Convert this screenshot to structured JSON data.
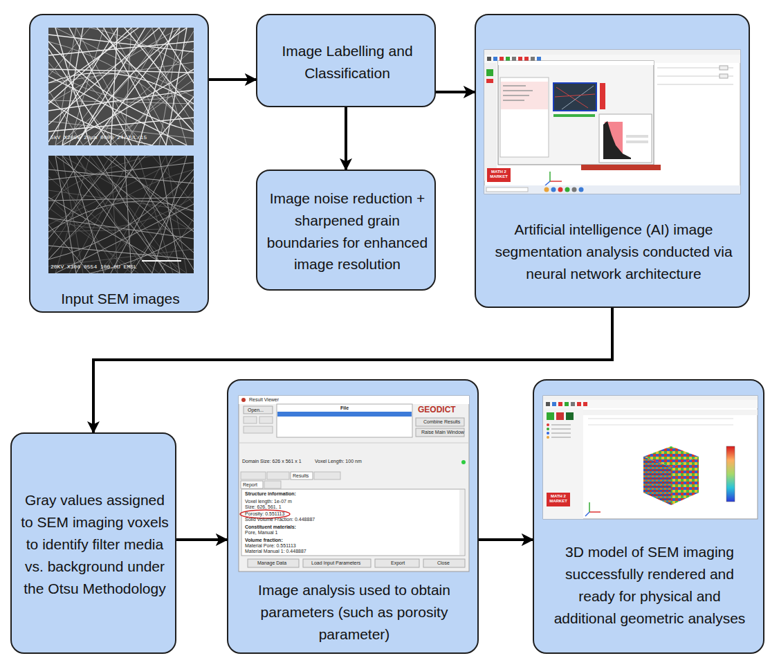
{
  "diagram": {
    "nodes": [
      {
        "text": [
          "Input SEM images"
        ]
      },
      {
        "text": [
          "Image Labelling and Classification"
        ]
      },
      {
        "text": [
          "Image noise reduction + sharpened grain boundaries for enhanced image resolution"
        ]
      },
      {
        "text": [
          "Artificial intelligence (AI) image segmentation analysis conducted via neural network architecture"
        ]
      },
      {
        "text": [
          "Gray values assigned to SEM imaging voxels to identify filter media vs. background under the Otsu Methodology"
        ]
      },
      {
        "text": [
          "Image analysis used to obtain parameters (such as porosity parameter)"
        ]
      },
      {
        "text": [
          "3D model of SEM imaging successfully rendered and ready for physical and additional geometric analyses"
        ]
      }
    ],
    "edges": [
      {
        "from": 0,
        "to": 1,
        "arrow": "to"
      },
      {
        "from": 1,
        "to": 2,
        "arrow": "to"
      },
      {
        "from": 1,
        "to": 3,
        "arrow": "to"
      },
      {
        "from": 3,
        "to": 4,
        "arrow": "to"
      },
      {
        "from": 4,
        "to": 5,
        "arrow": "to"
      },
      {
        "from": 5,
        "to": 6,
        "arrow": "to"
      }
    ],
    "labels": [
      "5kV X2000 20μm 0000 24/JUL/15",
      "20KV X300 0554 100.0U EMSL",
      "MATH 2 MARKET",
      "Result Viewer",
      "Open...",
      "File",
      "GEODICT",
      "Combine Results",
      "Raise Main Window",
      "Domain Size: 626 x 561 x 1",
      "Voxel Length: 100 nm",
      "Report",
      "Results",
      "Structure information:",
      "Voxel length: 1e-07 m",
      "Size: 626, 561, 1",
      "Porosity: 0.551113",
      "Solid Volume Fraction: 0.448887",
      "Constituent materials:",
      "Pore, Manual 1",
      "Volume fraction:",
      "Material Pore: 0.551113",
      "Material Manual 1: 0.448887",
      "Manage Data",
      "Load Input Parameters",
      "Export",
      "Close",
      "MATH 2 MARKET"
    ]
  }
}
